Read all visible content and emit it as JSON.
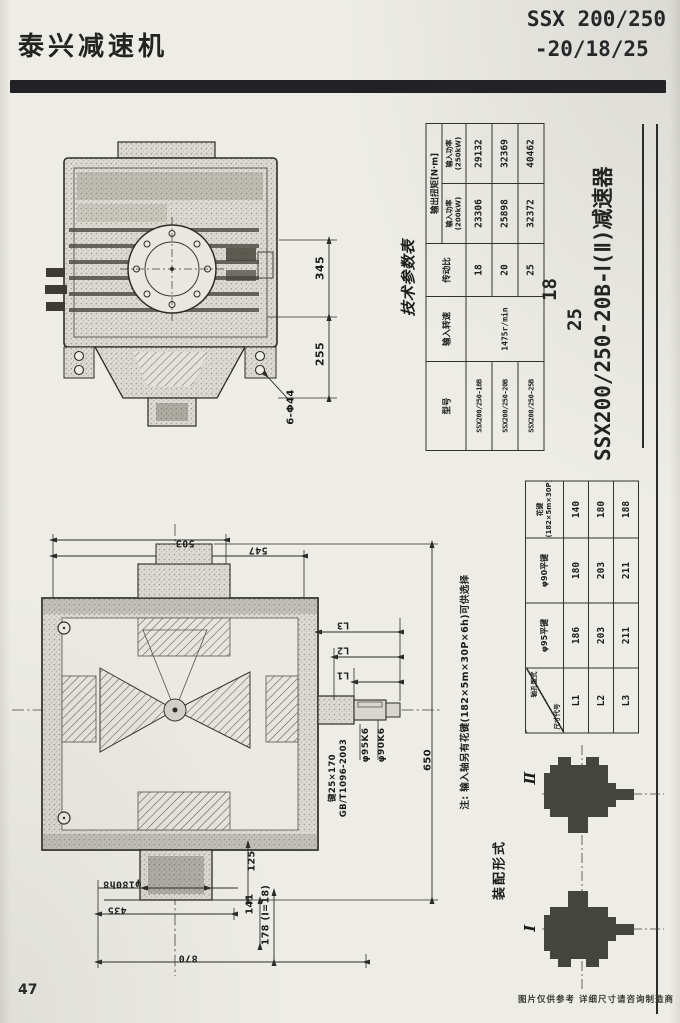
{
  "page": {
    "brand": "泰兴减速机",
    "model_line1": "SSX 200/250",
    "model_line2": "-20/18/25",
    "page_number": "47",
    "footer_note": "图片仅供参考  详细尺寸请咨询制造商"
  },
  "params_table": {
    "title": "技术参数表",
    "col_model": "型号",
    "col_speed": "输入转速",
    "col_ratio": "传动比",
    "col_torque": "输出扭矩[N·m]",
    "col_p200": "输入功率\n(200kW)",
    "col_p250": "输入功率\n(250kW)",
    "speed_value": "1475r/min",
    "rows": [
      {
        "model": "SSX200/250-18B",
        "ratio": "18",
        "t200": "23306",
        "t250": "29132"
      },
      {
        "model": "SSX200/250-20B",
        "ratio": "20",
        "t200": "25898",
        "t250": "32369"
      },
      {
        "model": "SSX200/250-25B",
        "ratio": "25",
        "t200": "32372",
        "t250": "40462"
      }
    ]
  },
  "title_block": {
    "alt_top": "18",
    "alt_mid": "25",
    "main": "SSX200/250-20B-Ⅰ(Ⅱ)减速器"
  },
  "top_drawing": {
    "dim_345": "345",
    "dim_255": "255",
    "dim_bolts": "6-Φ44"
  },
  "section_drawing": {
    "dim_503": "503",
    "dim_547": "547",
    "dim_L1": "L1",
    "dim_L2": "L2",
    "dim_L3": "L3",
    "key_spec": "键25×170",
    "key_std": "GB/T1096-2003",
    "dia_95": "φ95K6",
    "dia_90": "φ90K6",
    "dim_650": "650",
    "dim_125": "125",
    "dim_141": "141",
    "dim_178": "178 (Ⅰ=18)",
    "dia_180": "φ180h8",
    "dim_435": "435",
    "dim_870": "870",
    "note": "注: 输入轴另有花键(182×5m×30P×6h)可供选择"
  },
  "dims_table": {
    "corner_top": "轴孔型式",
    "corner_bottom": "尺寸代号",
    "col_key95": "φ95平键",
    "col_key90": "φ90平键",
    "col_spline": "花键\n(182×5m×30P)",
    "rows": [
      {
        "code": "L1",
        "key95": "186",
        "key90": "180",
        "spline": "140"
      },
      {
        "code": "L2",
        "key95": "203",
        "key90": "203",
        "spline": "180"
      },
      {
        "code": "L3",
        "key95": "211",
        "key90": "211",
        "spline": "188"
      }
    ]
  },
  "assembly": {
    "label": "装配形式",
    "type_2": "Ⅱ",
    "type_1": "Ⅰ"
  }
}
